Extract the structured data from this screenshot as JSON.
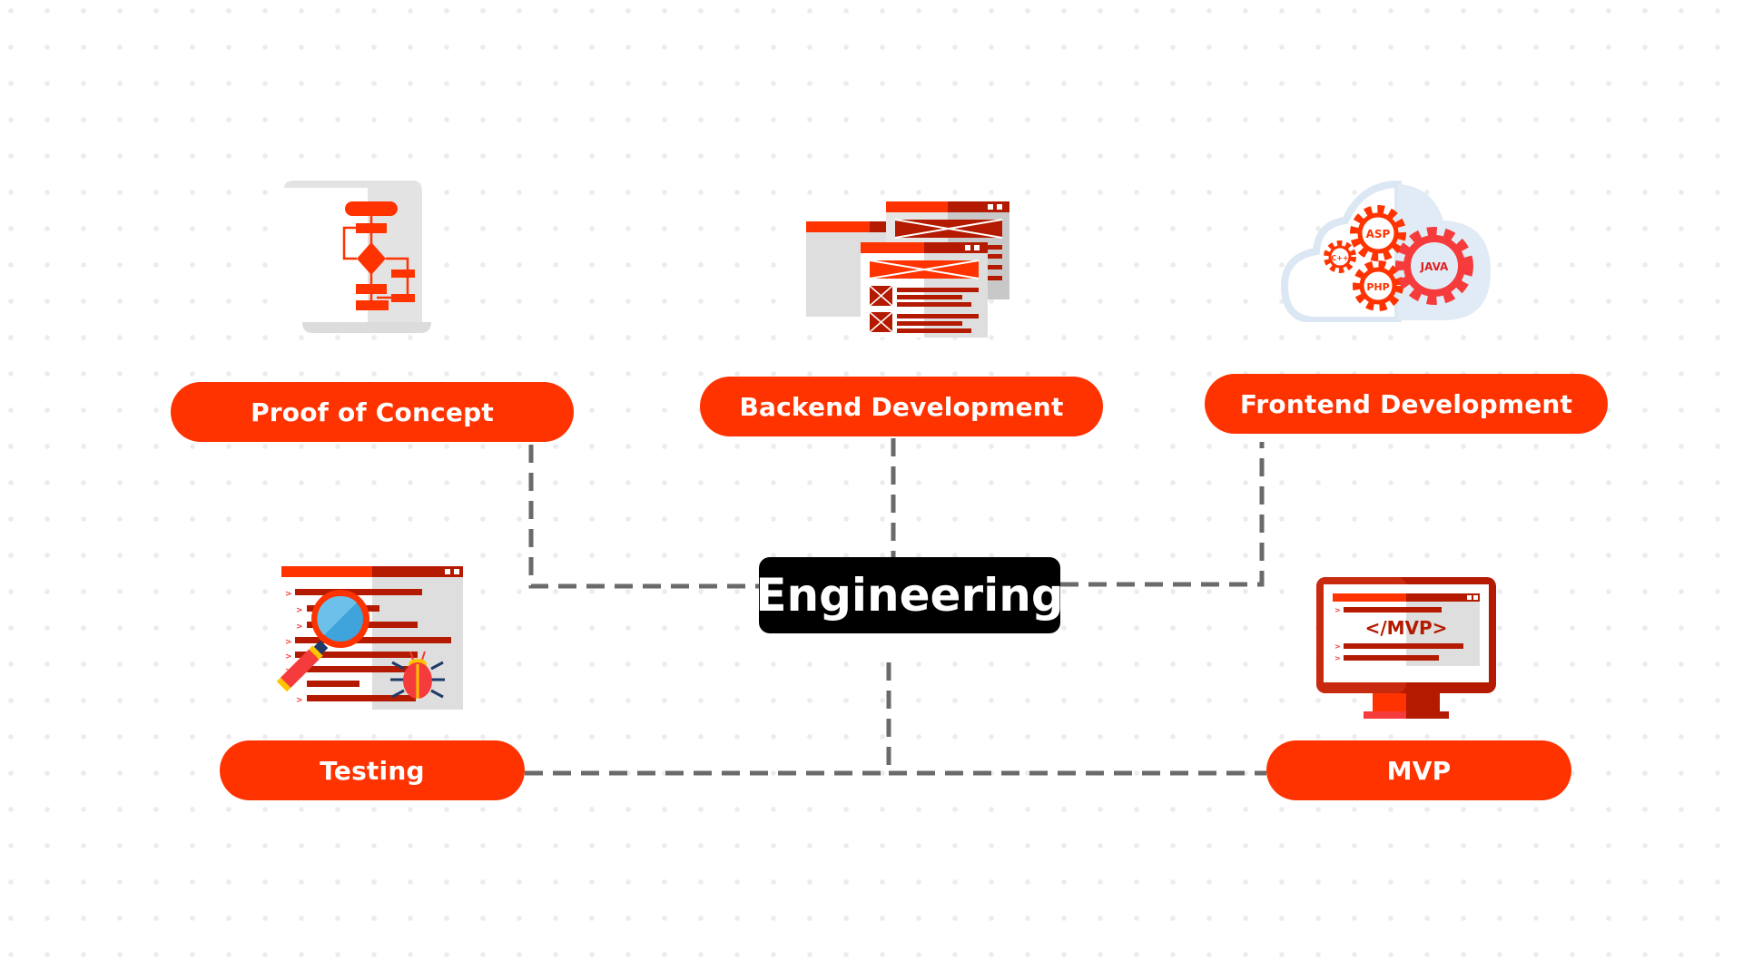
{
  "center": {
    "label": "Engineering"
  },
  "nodes": [
    {
      "id": "poc",
      "label": "Proof of Concept",
      "icon": "flowchart-scroll-icon"
    },
    {
      "id": "backend",
      "label": "Backend Development",
      "icon": "browser-windows-wireframe-icon"
    },
    {
      "id": "frontend",
      "label": "Frontend Development",
      "icon": "cloud-gears-icon",
      "icon_text": [
        "ASP",
        "C++",
        "PHP",
        "JAVA"
      ]
    },
    {
      "id": "testing",
      "label": "Testing",
      "icon": "bug-search-icon"
    },
    {
      "id": "mvp",
      "label": "MVP",
      "icon": "monitor-mvp-icon",
      "icon_text": "</MVP>"
    }
  ],
  "colors": {
    "accent": "#ff3300",
    "dark_red": "#b31a00",
    "center_bg": "#000000",
    "connector": "#6a6a6a",
    "panel_gray": "#dedede",
    "cloud": "#dbe7f3",
    "lens_blue": "#3fa4dc"
  }
}
